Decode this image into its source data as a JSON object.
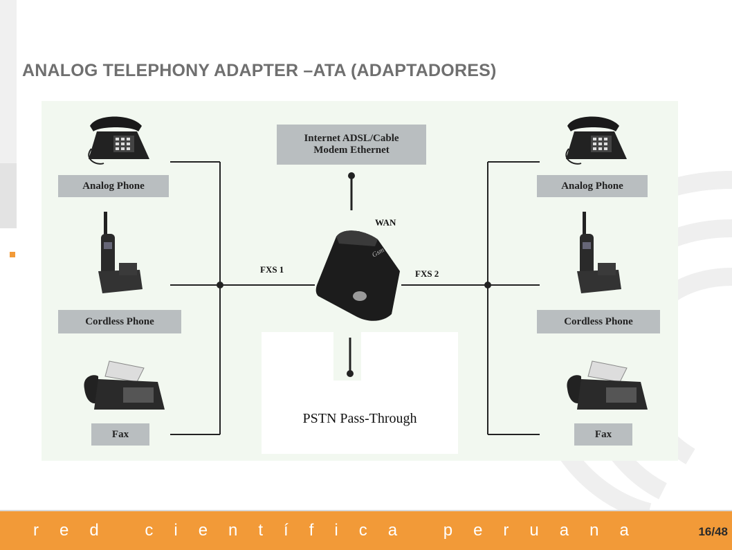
{
  "slide": {
    "title": "ANALOG TELEPHONY ADAPTER –ATA (ADAPTADORES)",
    "footer_text": "red científica peruana",
    "page_number": "16/48"
  },
  "diagram": {
    "internet_label_line1": "Internet ADSL/Cable",
    "internet_label_line2": "Modem Ethernet",
    "wan_label": "WAN",
    "fxs1_label": "FXS 1",
    "fxs2_label": "FXS 2",
    "pstn_label": "PSTN Pass-Through",
    "left_devices": [
      {
        "label": "Analog Phone",
        "icon": "desk-phone-icon"
      },
      {
        "label": "Cordless Phone",
        "icon": "cordless-phone-icon"
      },
      {
        "label": "Fax",
        "icon": "fax-machine-icon"
      }
    ],
    "right_devices": [
      {
        "label": "Analog Phone",
        "icon": "desk-phone-icon"
      },
      {
        "label": "Cordless Phone",
        "icon": "cordless-phone-icon"
      },
      {
        "label": "Fax",
        "icon": "fax-machine-icon"
      }
    ],
    "center_device_icon": "ata-adapter-icon"
  },
  "colors": {
    "accent": "#f29a38",
    "title": "#6f6f6f",
    "label_box": "#b9bec0",
    "diagram_bg": "#f2f8f0"
  }
}
